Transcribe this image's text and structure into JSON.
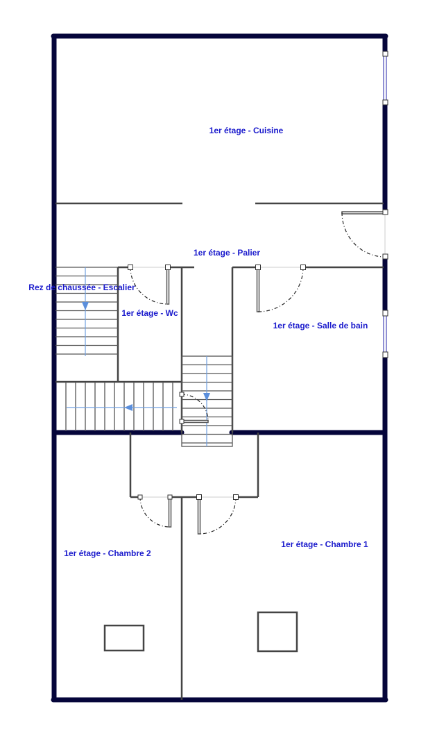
{
  "plan": {
    "rooms": {
      "cuisine": "1er étage - Cuisine",
      "palier": "1er étage - Palier",
      "escalier": "Rez de chaussée - Escalier",
      "wc": "1er étage - Wc",
      "salle_de_bain": "1er étage - Salle de bain",
      "chambre_2": "1er étage - Chambre 2",
      "chambre_1": "1er étage - Chambre 1"
    },
    "colors": {
      "wall": "#05053a",
      "label": "#1a1acc",
      "stair_arrow": "#5b8fdc"
    }
  }
}
